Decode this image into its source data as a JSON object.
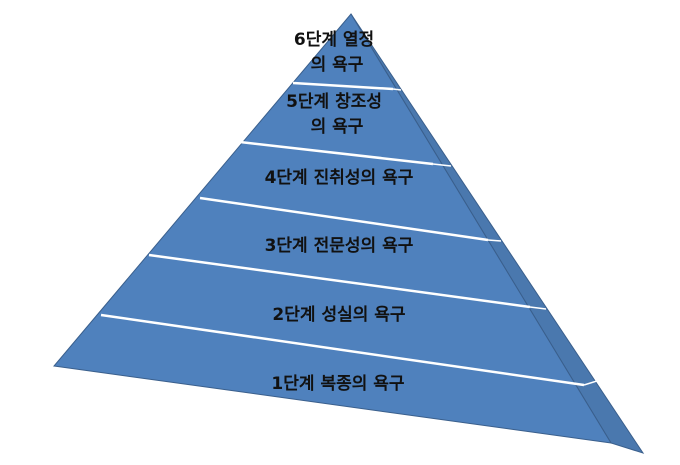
{
  "levels": [
    {
      "id": "6",
      "lines": [
        "6단계 열정",
        "의 욕구"
      ]
    },
    {
      "id": "5",
      "lines": [
        "5단계 창조성",
        "의 욕구"
      ]
    },
    {
      "id": "4",
      "lines": [
        "4단계 진취성의 욕구"
      ]
    },
    {
      "id": "3",
      "lines": [
        "3단계 전문성의 욕구"
      ]
    },
    {
      "id": "2",
      "lines": [
        "2단계 성실의 욕구"
      ]
    },
    {
      "id": "1",
      "lines": [
        "1단계 복종의 욕구"
      ]
    }
  ],
  "colors": {
    "front": "#4F81BD",
    "side": "#4A78AE",
    "separator": "#FFFFFF",
    "edge": "#3A5F8C",
    "text": "#111111"
  }
}
